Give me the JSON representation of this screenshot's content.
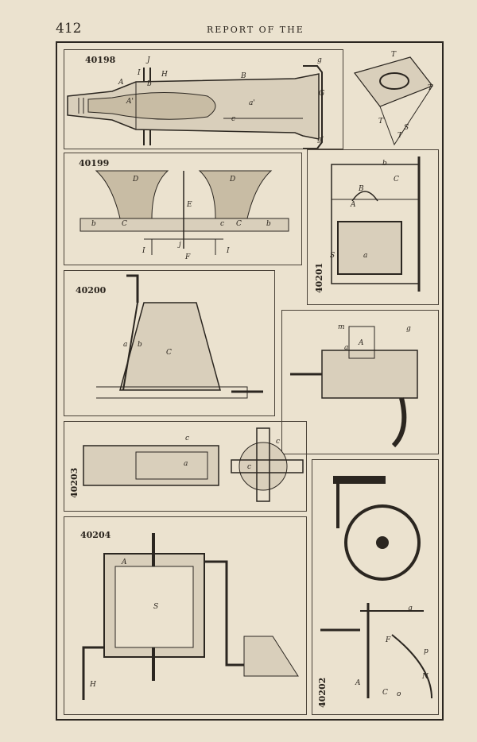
{
  "header": {
    "page_number": "412",
    "running_title": "REPORT OF THE"
  },
  "figures": [
    {
      "number": "40198",
      "labels": [
        "J",
        "I",
        "H",
        "A",
        "b",
        "A'",
        "B",
        "a'",
        "c",
        "g",
        "G",
        "g'"
      ]
    },
    {
      "number": "40199",
      "labels": [
        "D",
        "D",
        "E",
        "b",
        "C",
        "c",
        "C",
        "b",
        "I",
        "j",
        "F",
        "I"
      ]
    },
    {
      "number": "40200",
      "labels": [
        "a",
        "b",
        "C"
      ]
    },
    {
      "number": "40201",
      "labels": [
        "T",
        "T",
        "T",
        "T",
        "S",
        "b",
        "C",
        "B",
        "A",
        "S",
        "a"
      ]
    },
    {
      "number": "40203",
      "labels": [
        "c",
        "a",
        "c",
        "c"
      ]
    },
    {
      "number": "40204",
      "labels": [
        "A",
        "S",
        "H"
      ]
    },
    {
      "number": "40202",
      "labels": [
        "m",
        "a",
        "A",
        "g",
        "g",
        "F",
        "A",
        "C",
        "o",
        "N",
        "p"
      ]
    }
  ]
}
